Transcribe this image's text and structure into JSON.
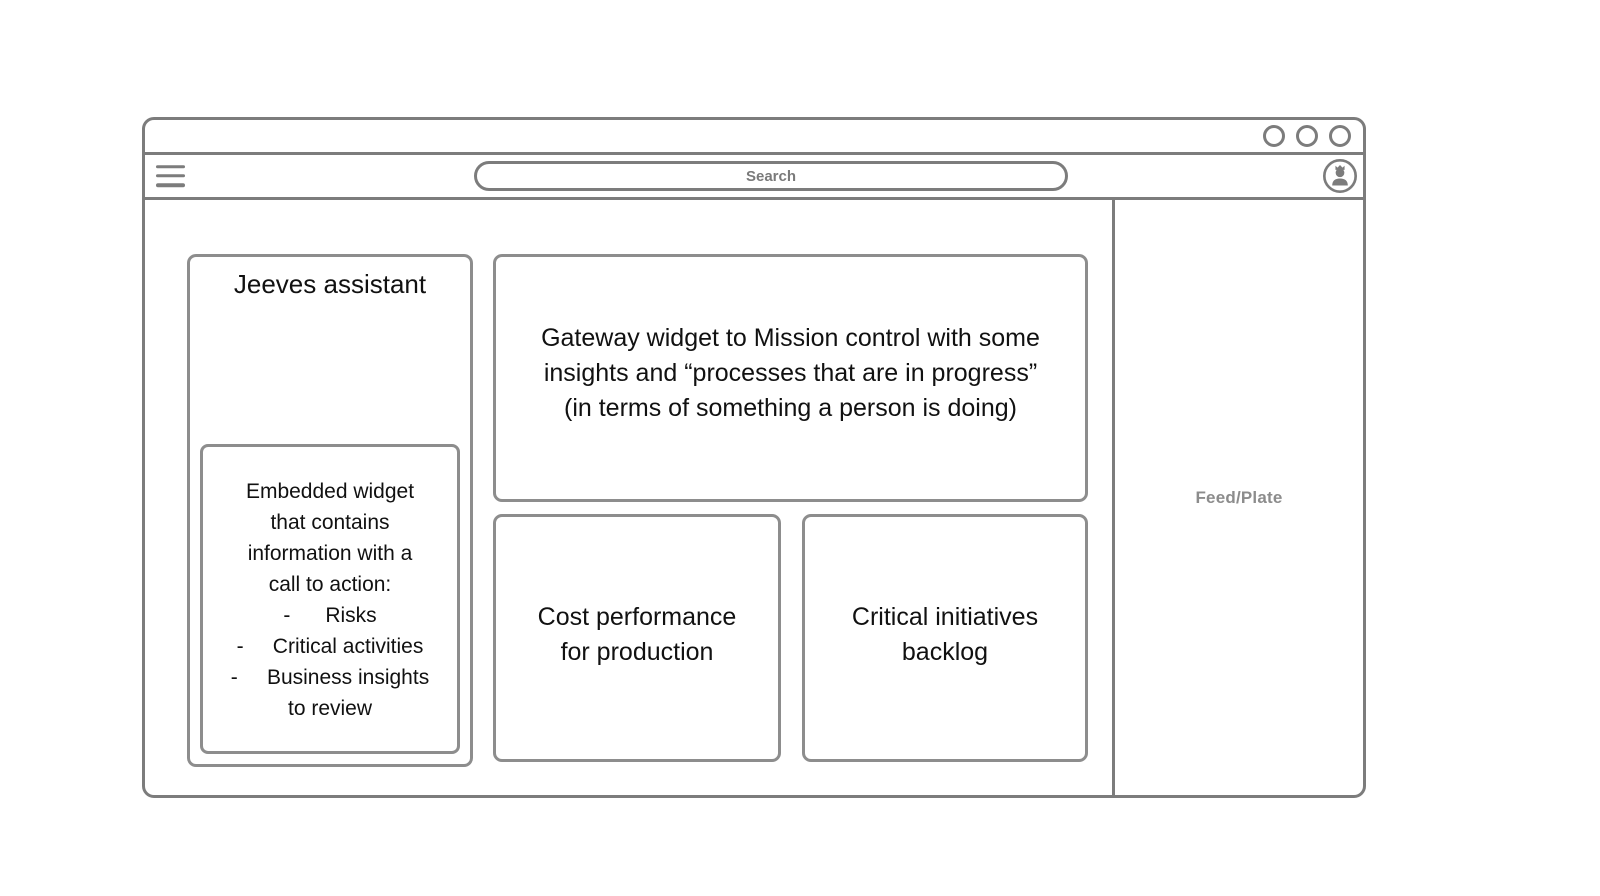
{
  "colors": {
    "frame_border": "#7c7c7c",
    "widget_border": "#8d8d8d",
    "text": "#111111",
    "muted_text": "#8c8c8c"
  },
  "icons": {
    "window_controls": "three-outlined-circles",
    "menu": "hamburger-icon",
    "account": "user-bust-in-circle-icon"
  },
  "toolbar": {
    "search": {
      "placeholder": "Search",
      "value": ""
    }
  },
  "widgets": {
    "jeeves": {
      "title": "Jeeves assistant",
      "embedded": {
        "lines": [
          "Embedded widget",
          "that contains",
          "information with a",
          "call to action:",
          "-      Risks",
          "-     Critical activities",
          "-     Business insights",
          "to review"
        ]
      }
    },
    "gateway": {
      "lines": [
        "Gateway widget to Mission control with some",
        "insights and “processes that are in progress”",
        "(in terms of something a person is doing)"
      ]
    },
    "cost": {
      "lines": [
        "Cost performance",
        "for production"
      ]
    },
    "critical": {
      "lines": [
        "Critical initiatives",
        "backlog"
      ]
    }
  },
  "sidebar": {
    "label": "Feed/Plate"
  }
}
